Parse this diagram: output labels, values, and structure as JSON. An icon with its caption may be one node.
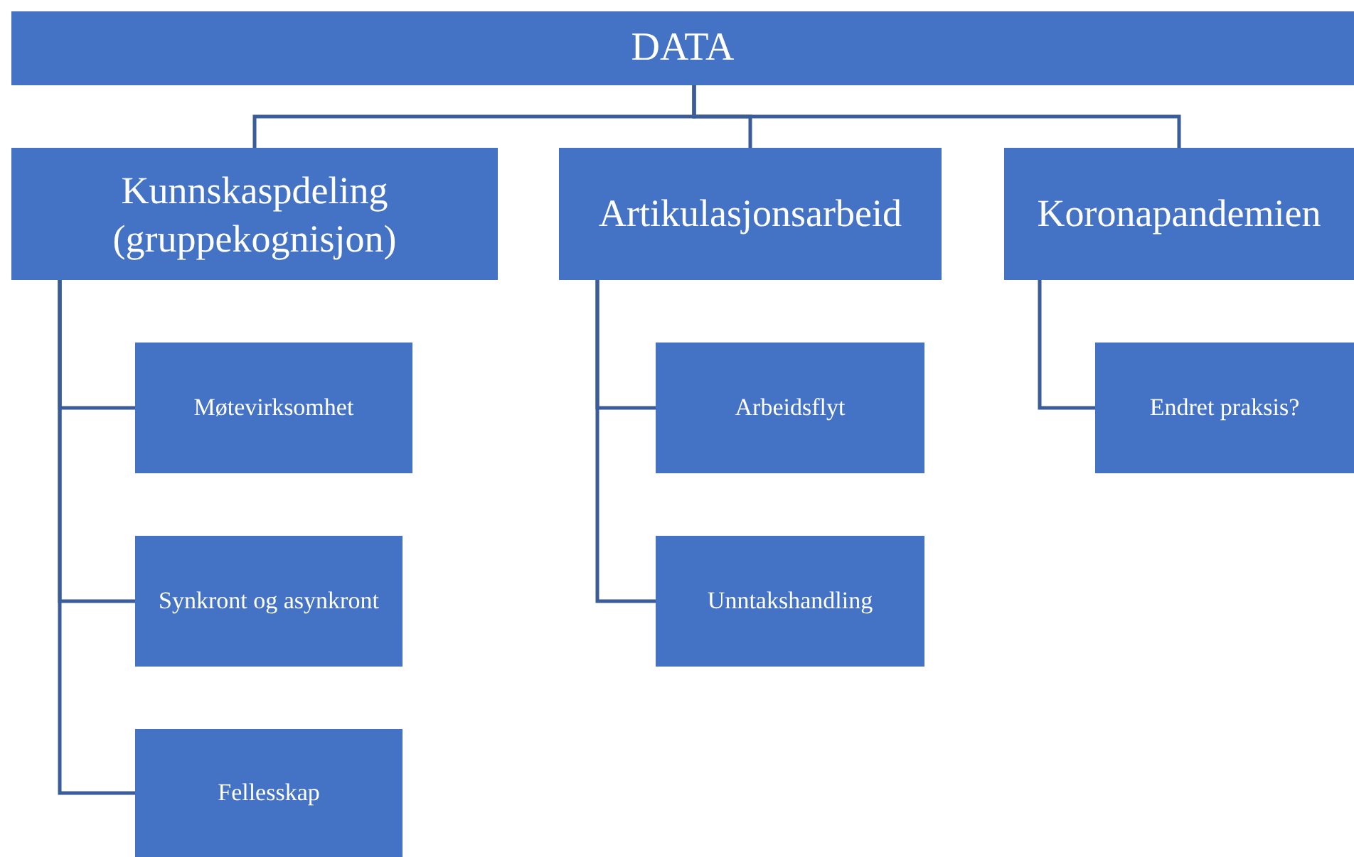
{
  "diagram": {
    "nodes": [
      {
        "text": [
          "DATA"
        ]
      },
      {
        "text": [
          "Kunnskaspdeling (gruppekognisjon)"
        ]
      },
      {
        "text": [
          "Artikulasjonsarbeid"
        ]
      },
      {
        "text": [
          "Koronapandemien"
        ]
      },
      {
        "text": [
          "Møtevirksomhet"
        ]
      },
      {
        "text": [
          "Synkront og asynkront"
        ]
      },
      {
        "text": [
          "Fellesskap"
        ]
      },
      {
        "text": [
          "Arbeidsflyt"
        ]
      },
      {
        "text": [
          "Unntakshandling"
        ]
      },
      {
        "text": [
          "Endret praksis?"
        ]
      }
    ],
    "edges": [
      {
        "from": 0,
        "to": 1,
        "arrow": "none"
      },
      {
        "from": 0,
        "to": 2,
        "arrow": "none"
      },
      {
        "from": 0,
        "to": 3,
        "arrow": "none"
      },
      {
        "from": 1,
        "to": 4,
        "arrow": "none"
      },
      {
        "from": 1,
        "to": 5,
        "arrow": "none"
      },
      {
        "from": 1,
        "to": 6,
        "arrow": "none"
      },
      {
        "from": 2,
        "to": 7,
        "arrow": "none"
      },
      {
        "from": 2,
        "to": 8,
        "arrow": "none"
      },
      {
        "from": 3,
        "to": 9,
        "arrow": "none"
      }
    ]
  }
}
